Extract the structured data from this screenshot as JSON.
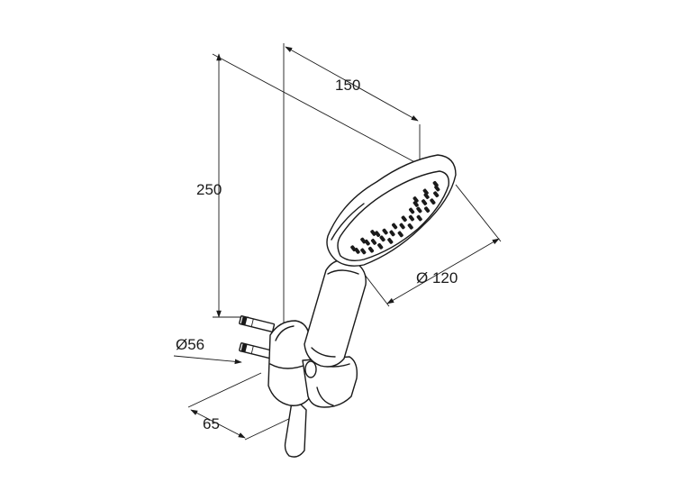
{
  "dimensions": {
    "width_top": "150",
    "height": "250",
    "head_diameter": "Ø 120",
    "bracket_diameter": "Ø56",
    "projection": "65"
  },
  "colors": {
    "line": "#1a1a1a",
    "background": "#ffffff"
  }
}
